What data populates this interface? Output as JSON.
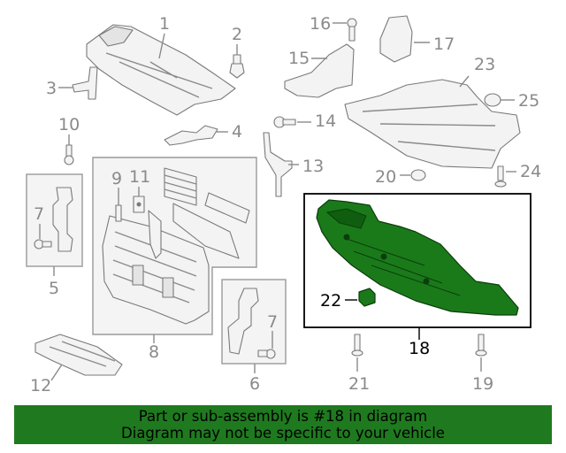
{
  "callouts": {
    "c1": "1",
    "c2": "2",
    "c3": "3",
    "c4": "4",
    "c5": "5",
    "c6": "6",
    "c7a": "7",
    "c7b": "7",
    "c8": "8",
    "c9": "9",
    "c10": "10",
    "c11": "11",
    "c12": "12",
    "c13": "13",
    "c14": "14",
    "c15": "15",
    "c16": "16",
    "c17": "17",
    "c18": "18",
    "c19": "19",
    "c20": "20",
    "c21": "21",
    "c22": "22",
    "c23": "23",
    "c24": "24",
    "c25": "25"
  },
  "highlight_part": "18",
  "colors": {
    "highlight_fill": "#1a7a1a",
    "banner_bg": "#1f7a1f",
    "callout_gray": "#8a8a8a"
  },
  "banner": {
    "line1": "Part or sub-assembly is #18 in diagram",
    "line2": "Diagram may not be specific to your vehicle"
  }
}
